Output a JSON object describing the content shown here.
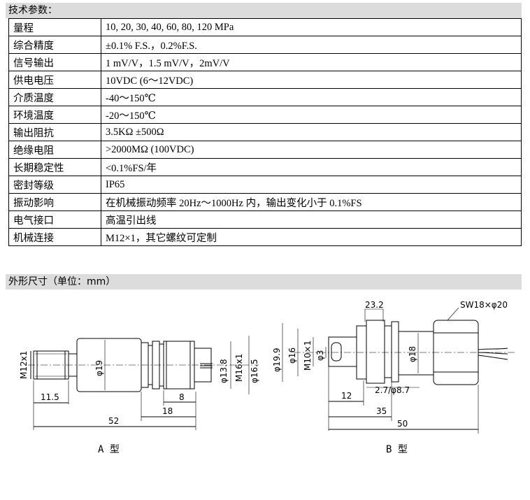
{
  "spec_title": "技术参数：",
  "spec_rows": [
    {
      "k": "量程",
      "v": "10, 20, 30, 40, 60, 80, 120 MPa"
    },
    {
      "k": "综合精度",
      "v": "±0.1% F.S.，0.2%F.S."
    },
    {
      "k": "信号输出",
      "v": "1 mV/V，1.5 mV/V，2mV/V"
    },
    {
      "k": "供电电压",
      "v": "10VDC (6～12VDC)"
    },
    {
      "k": "介质温度",
      "v": "-40～150℃"
    },
    {
      "k": "环境温度",
      "v": "-20～150℃"
    },
    {
      "k": "输出阻抗",
      "v": "3.5KΩ ±500Ω"
    },
    {
      "k": "绝缘电阻",
      "v": ">2000MΩ (100VDC)"
    },
    {
      "k": "长期稳定性",
      "v": "<0.1%FS/年"
    },
    {
      "k": "密封等级",
      "v": "IP65"
    },
    {
      "k": "振动影响",
      "v": "在机械振动频率 20Hz～1000Hz 内，输出变化小于 0.1%FS"
    },
    {
      "k": "电气接口",
      "v": "高温引出线"
    },
    {
      "k": "机械连接",
      "v": "M12×1，其它螺纹可定制"
    }
  ],
  "dim_title": "外形尺寸（单位：mm）",
  "drawing_a": {
    "caption": "A 型",
    "labels": {
      "thread": "M12x1",
      "body_dia": "φ19",
      "inner_dia": "φ13.8",
      "thread2": "M16x1",
      "outer_dia": "φ16.5",
      "len_thread": "11.5",
      "len_total": "52",
      "len_18": "18",
      "len_8": "8"
    }
  },
  "drawing_b": {
    "caption": "B 型",
    "labels": {
      "top": "23.2",
      "hex": "SW18×φ20",
      "d199": "φ19.9",
      "d16": "φ16",
      "m10": "M10×1",
      "d3": "φ3",
      "d18": "φ18",
      "groove": "2.7/φ8.7",
      "len12": "12",
      "len35": "35",
      "len50": "50"
    }
  }
}
